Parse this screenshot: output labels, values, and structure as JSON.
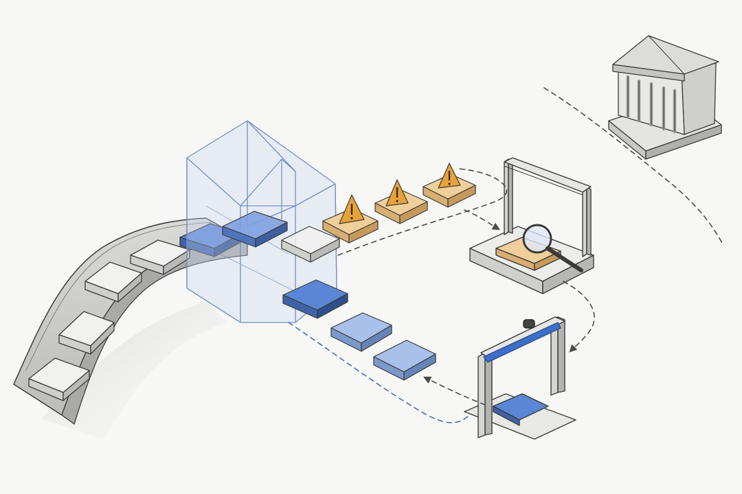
{
  "diagram": {
    "type": "isometric-process-sketch",
    "colors": {
      "paper": "#f7f7f5",
      "ink": "#3a3a3a",
      "tile_grey": "#f1f1ef",
      "tile_blue": "#5b86d6",
      "tile_blue_light": "#a9c1ea",
      "tile_orange": "#f1cf9a",
      "warning_amber": "#e7a33a",
      "glass": "#c9d8f2",
      "dashed_grey": "#4a4a4a",
      "dashed_blue": "#3c6fc9"
    },
    "icons": [
      "conveyor-belt-icon",
      "glass-sorting-chamber-icon",
      "warning-triangle-icon",
      "inspection-gate-icon",
      "magnifying-glass-icon",
      "blue-scanner-gate-icon",
      "government-building-icon"
    ],
    "counts": {
      "conveyor_tiles_grey": 5,
      "sorted_tiles_blue": 3,
      "flagged_items": 3
    }
  }
}
